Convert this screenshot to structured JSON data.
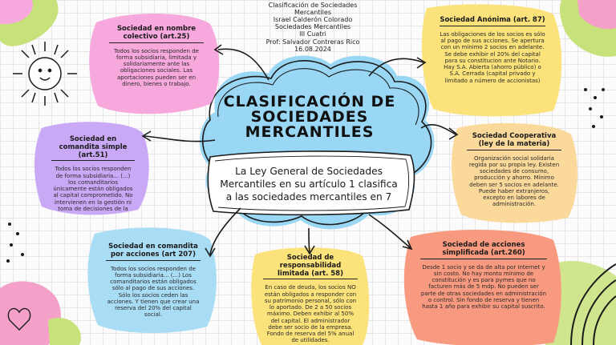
{
  "header": {
    "lines": [
      "Clasificación de Sociedades",
      "Mercantiles",
      "Israel Calderón Colorado",
      "Sociedades Mercantiles",
      "III Cuatri",
      "Prof: Salvador Contreras Rico",
      "16.08.2024"
    ]
  },
  "center": {
    "title": "CLASIFICACIÓN DE SOCIEDADES MERCANTILES",
    "description": "La Ley General de Sociedades Mercantiles en su artículo 1 clasifica a las sociedades mercantiles en 7"
  },
  "cards": {
    "nombre_colectivo": {
      "title": "Sociedad en nombre colectivo (art.25)",
      "text": "Todos los socios responden de forma subsidiaria, limitada y solidariamente ante las obligaciones sociales. Las aportaciones pueden ser en dinero, bienes o trabajo.",
      "color": "#f7a8dd"
    },
    "comandita_simple": {
      "title": "Sociedad en comandita simple (art.51)",
      "text": "Todos los socios responden de forma subsidiaria... (...) los comanditarios únicamente están obligados al capital comprometido. No intervienen en la gestión ni toma de decisiones de la empresa.",
      "color": "#c9a8f5"
    },
    "comandita_acciones": {
      "title": "Sociedad en comandita por acciones (art 207)",
      "text": "Todos los socios responden de forma subsidiaria... (...) Los comanditarios están obligados sólo al pago de sus acciones. Sólo los socios ceden las acciones. Y tienen que crear una reserva del 20% del capital social.",
      "color": "#a9dcf5"
    },
    "responsabilidad_limitada": {
      "title": "Sociedad de responsabilidad limitada (art. 58)",
      "text": "En caso de deuda, los socios NO están obligados a responder con su patrimonio personal, sólo con lo aportado. De 2 a 50 socios máximo. Deben exhibir al 50% del capital. El administrador debe ser socio de la empresa. Fondo de reserva del 5% anual de utilidades.",
      "color": "#fbe27a"
    },
    "anonima": {
      "title": "Sociedad Anónima (art. 87)",
      "text": "Las obligaciones de los socios es sólo al pago de sus acciones. Se apertura con un mínimo 2 socios en adelante. Se debe exhibir el 20% del capital para su constitucion ante Notario. Hay S.A. Abierta (ahorro público) o S.A. Cerrada (capital privado y limitado a número de accionistas)",
      "color": "#fbe27a"
    },
    "cooperativa": {
      "title": "Sociedad Cooperativa (ley de la materia)",
      "text": "Organización social solidaria regida por su propia ley. Existen sociedades de consumo, producción y ahorro. Mínimo deben ser 5 socios en adelante. Puede haber extranjeros, excepto en labores de administración.",
      "color": "#fbd99a"
    },
    "acciones_simplificada": {
      "title": "Sociedad de acciones simplificada (art.260)",
      "text": "Desde 1 socio y se da de alta por Internet y sin costo. No hay monto mínimo de constitución y es para pymes que no facturen más de 5 mdp. No pueden ser parte de otras sociedades en administración o control. Sin fondo de reserva y tienen hasta 1 año para exhibir su capital suscrito.",
      "color": "#f89a7f"
    }
  },
  "decor_colors": {
    "blue": "#8fd3f4",
    "pink": "#f48fc4",
    "lime": "#c7e27a",
    "ink": "#1b1b1b"
  }
}
